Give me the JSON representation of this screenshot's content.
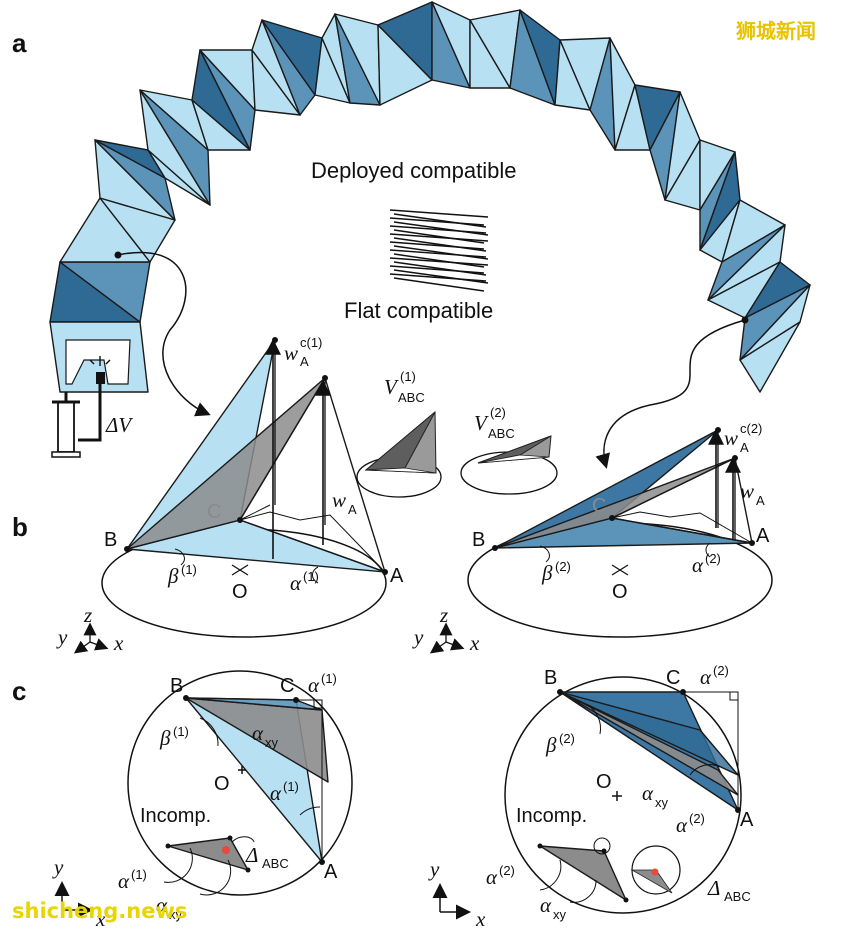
{
  "panels": {
    "a": "a",
    "b": "b",
    "c": "c"
  },
  "panel_a": {
    "deployed_label": "Deployed compatible",
    "flat_label": "Flat compatible",
    "pump_label": "ΔV"
  },
  "panel_b": {
    "left": {
      "B": "B",
      "C": "C",
      "A": "A",
      "O": "O",
      "w_c_main": "w",
      "w_c_sub": "A",
      "w_c_sup": "c(1)",
      "w_main": "w",
      "w_sub": "A",
      "beta_main": "β",
      "beta_sup": "(1)",
      "alpha_main": "α",
      "alpha_sup": "(1)"
    },
    "right": {
      "B": "B",
      "C": "C",
      "A": "A",
      "O": "O",
      "w_c_main": "w",
      "w_c_sub": "A",
      "w_c_sup": "c(2)",
      "w_main": "w",
      "w_sub": "A",
      "beta_main": "β",
      "beta_sup": "(2)",
      "alpha_main": "α",
      "alpha_sup": "(2)"
    },
    "inset1": {
      "main": "V",
      "sub": "ABC",
      "sup": "(1)"
    },
    "inset2": {
      "main": "V",
      "sub": "ABC",
      "sup": "(2)"
    },
    "axes": {
      "y": "y",
      "z": "z",
      "x": "x"
    }
  },
  "panel_c": {
    "left": {
      "B": "B",
      "C": "C",
      "A": "A",
      "O": "O",
      "alpha_main": "α",
      "alpha_sup": "(1)",
      "beta_main": "β",
      "beta_sup": "(1)",
      "alpha_xy_main": "α",
      "alpha_xy_sub": "xy",
      "incomp": "Incomp.",
      "delta_main": "Δ",
      "delta_sub": "ABC"
    },
    "right": {
      "B": "B",
      "C": "C",
      "A": "A",
      "O": "O",
      "alpha_main": "α",
      "alpha_sup": "(2)",
      "beta_main": "β",
      "beta_sup": "(2)",
      "alpha_xy_main": "α",
      "alpha_xy_sub": "xy",
      "incomp": "Incomp.",
      "delta_main": "Δ",
      "delta_sub": "ABC"
    },
    "axes": {
      "y": "y",
      "x": "x"
    }
  },
  "watermarks": {
    "top_right": "狮城新闻",
    "bottom_left": "shicheng.news"
  },
  "colors": {
    "light_blue": "#b7e1f3",
    "mid_blue": "#5b93b9",
    "dark_blue": "#2f6a95",
    "gray": "#8c8c8c",
    "dark_gray": "#5e5e5e",
    "watermark_yellow": "#e8c400"
  }
}
